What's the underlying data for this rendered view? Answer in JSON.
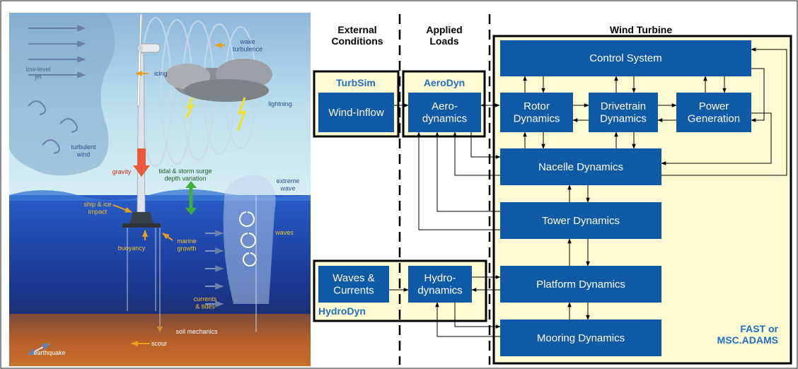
{
  "illustration": {
    "labels": {
      "wake_turbulence": "wake\nturbulence",
      "low_level_jet": "low-level\njet",
      "icing": "icing",
      "lightning": "lightning",
      "turbulent_wind": "turbulent\nwind",
      "gravity": "gravity",
      "tidal": "tidal & storm surge\ndepth variation",
      "extreme_wave": "extreme\nwave",
      "ship_ice": "ship & ice\nimpact",
      "buoyancy": "buoyancy",
      "marine_growth": "marine\ngrowth",
      "waves": "waves",
      "currents": "currents\n& tides",
      "soil": "soil mechanics",
      "scour": "scour",
      "earthquake": "earthquake"
    }
  },
  "diagram": {
    "headers": {
      "external": "External\nConditions",
      "applied": "Applied\nLoads",
      "turbine": "Wind Turbine"
    },
    "groups": {
      "turbsim": "TurbSim",
      "aerodyn": "AeroDyn",
      "hydrodyn": "HydroDyn",
      "fast": "FAST or\nMSC.ADAMS"
    },
    "blocks": {
      "wind_inflow": "Wind-Inflow",
      "aero": "Aero-\ndynamics",
      "waves": "Waves &\nCurrents",
      "hydro": "Hydro-\ndynamics",
      "control": "Control System",
      "rotor": "Rotor\nDynamics",
      "drivetrain": "Drivetrain\nDynamics",
      "power": "Power\nGeneration",
      "nacelle": "Nacelle Dynamics",
      "tower": "Tower Dynamics",
      "platform": "Platform Dynamics",
      "mooring": "Mooring Dynamics"
    }
  },
  "colors": {
    "block": "#0e5aa7",
    "block_text": "#ffffff",
    "panel": "#fffbd2",
    "group_label": "#1f6fc4",
    "line": "#000000",
    "sky_top": "#93bde0",
    "sea": "#1e49b0",
    "seabed": "#a65a2a"
  }
}
